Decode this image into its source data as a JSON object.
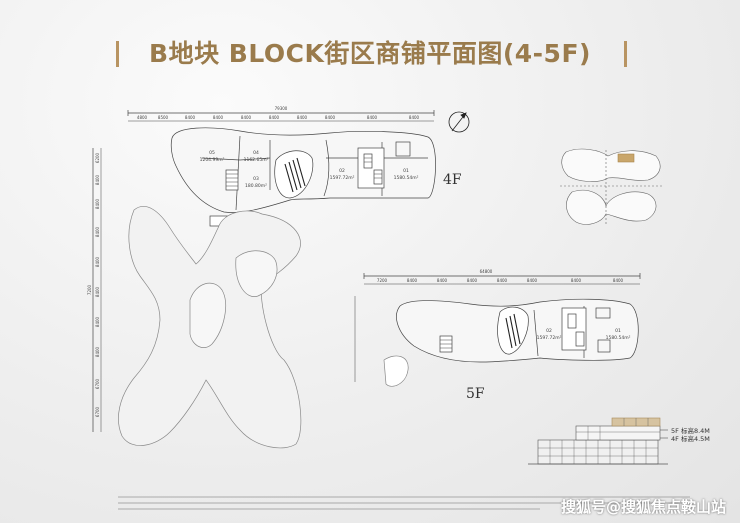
{
  "title": "B地块 BLOCK街区商铺平面图(4-5F)",
  "floors": {
    "fourth": "4F",
    "fifth": "5F"
  },
  "units_4f": [
    {
      "id": "05",
      "area": "1204.99m²"
    },
    {
      "id": "04",
      "area": "1162.65m²"
    },
    {
      "id": "03",
      "area": "180.80m²"
    },
    {
      "id": "02",
      "area": "1597.72m²"
    },
    {
      "id": "01",
      "area": "1580.54m²"
    }
  ],
  "units_5f": [
    {
      "id": "02",
      "area": "1597.72m²"
    },
    {
      "id": "01",
      "area": "1580.54m²"
    }
  ],
  "dims_top_4f": [
    "79300",
    "4800",
    "8500",
    "8400",
    "8400",
    "8400",
    "8400",
    "8400",
    "8400",
    "8400",
    "8400"
  ],
  "dims_left": [
    "7200",
    "6200",
    "8400",
    "8400",
    "8400",
    "8400",
    "8400",
    "8400",
    "8400",
    "6700",
    "6700"
  ],
  "dims_top_5f": [
    "64800",
    "7200",
    "8400",
    "8400",
    "8400",
    "8400",
    "8400",
    "8400",
    "8400"
  ],
  "elevation": {
    "f5": "5F  标高8.4M",
    "f4": "4F  标高4.5M"
  },
  "watermark": "搜狐号@搜狐焦点鞍山站",
  "colors": {
    "title": "#9a7b4c",
    "accent": "#b89462"
  }
}
